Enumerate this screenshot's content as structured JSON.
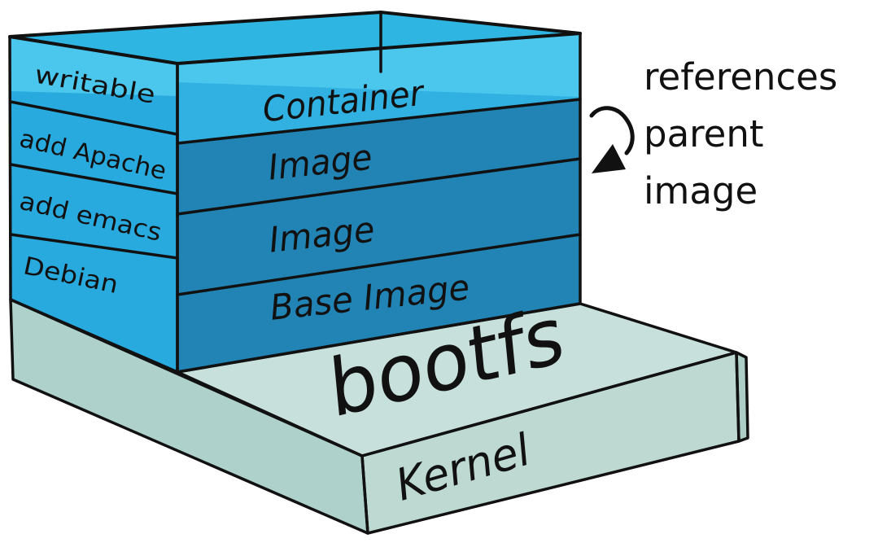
{
  "diagram": {
    "stack": {
      "side_labels": [
        "writable",
        "add Apache",
        "add emacs",
        "Debian"
      ],
      "front_labels": [
        "Container",
        "Image",
        "Image",
        "Base Image"
      ]
    },
    "platform": {
      "top_label": "bootfs",
      "front_label": "Kernel"
    },
    "annotation": {
      "lines": [
        "references",
        "parent",
        "image"
      ]
    },
    "colors": {
      "light_blue": "#4bc7ee",
      "side_blue": "#29aade",
      "container_blue": "#30b1e1",
      "top_blue": "#2eb5e2",
      "image_blue": "#2184b5",
      "platform_top": "#c8e0dc",
      "platform_left": "#aed1cb",
      "platform_front": "#bdd9d2",
      "platform_right": "#accec7",
      "outline": "#111111",
      "text": "#111111"
    }
  }
}
